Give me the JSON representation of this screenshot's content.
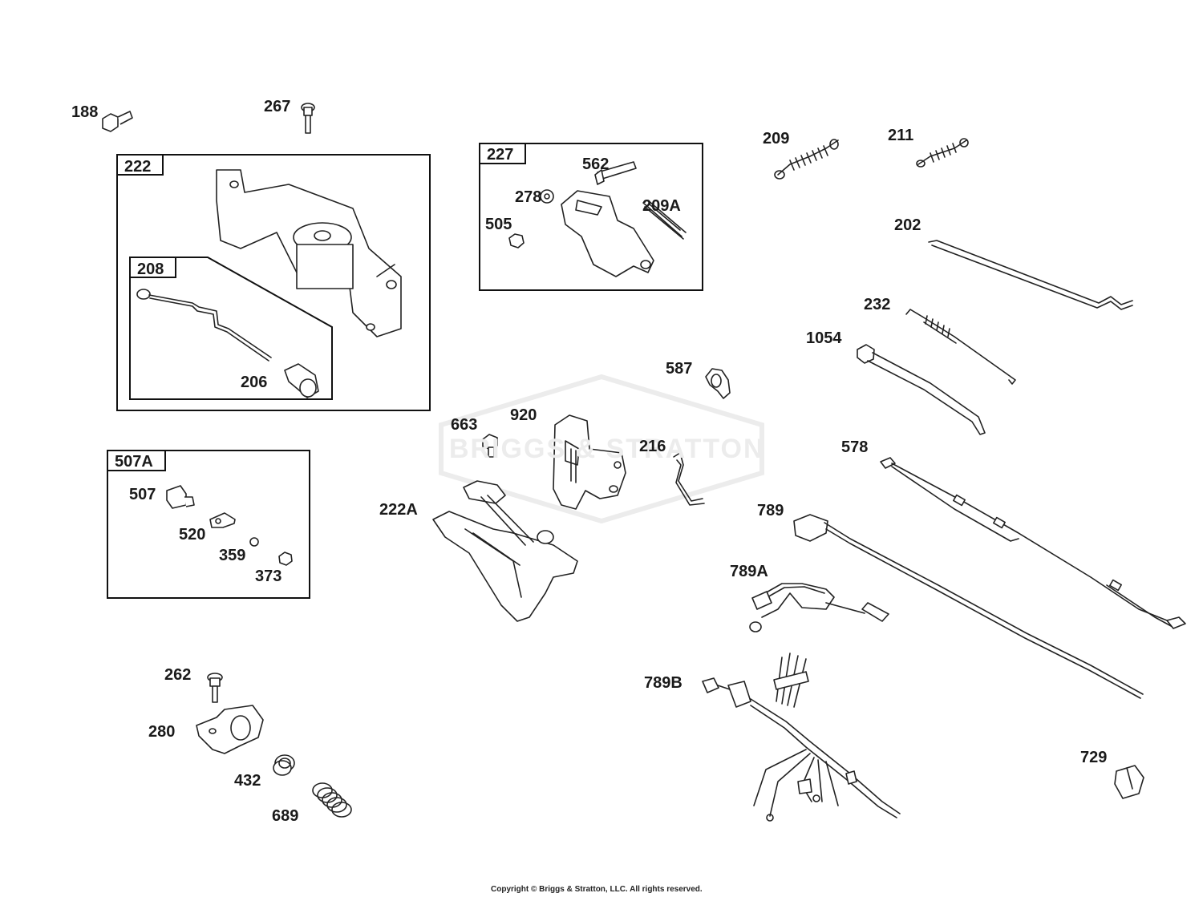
{
  "watermark": "BRIGGS & STRATTON",
  "copyright": "Copyright © Briggs & Stratton, LLC. All rights reserved.",
  "boxes": {
    "b222": "222",
    "b208": "208",
    "b227": "227",
    "b507A": "507A"
  },
  "labels": {
    "l188": "188",
    "l267": "267",
    "l206": "206",
    "l562": "562",
    "l278": "278",
    "l209A": "209A",
    "l505": "505",
    "l209": "209",
    "l211": "211",
    "l202": "202",
    "l232": "232",
    "l1054": "1054",
    "l587": "587",
    "l663": "663",
    "l920": "920",
    "l216": "216",
    "l222A": "222A",
    "l507": "507",
    "l520": "520",
    "l359": "359",
    "l373": "373",
    "l578": "578",
    "l789": "789",
    "l789A": "789A",
    "l789B": "789B",
    "l262": "262",
    "l280": "280",
    "l432": "432",
    "l689": "689",
    "l729": "729"
  }
}
